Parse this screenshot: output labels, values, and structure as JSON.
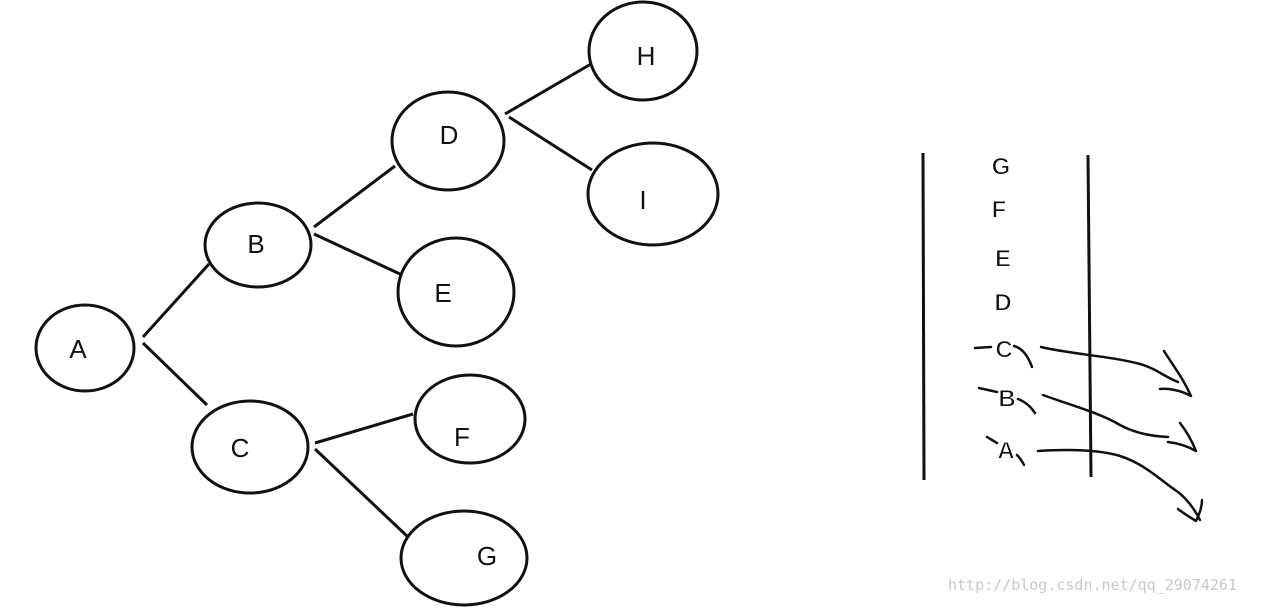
{
  "tree": {
    "nodes": [
      {
        "id": "A",
        "label": "A"
      },
      {
        "id": "B",
        "label": "B"
      },
      {
        "id": "C",
        "label": "C"
      },
      {
        "id": "D",
        "label": "D"
      },
      {
        "id": "E",
        "label": "E"
      },
      {
        "id": "F",
        "label": "F"
      },
      {
        "id": "G",
        "label": "G"
      },
      {
        "id": "H",
        "label": "H"
      },
      {
        "id": "I",
        "label": "I"
      }
    ],
    "edges": [
      [
        "A",
        "B"
      ],
      [
        "A",
        "C"
      ],
      [
        "B",
        "D"
      ],
      [
        "B",
        "E"
      ],
      [
        "C",
        "F"
      ],
      [
        "C",
        "G"
      ],
      [
        "D",
        "H"
      ],
      [
        "D",
        "I"
      ]
    ]
  },
  "stack": {
    "items": [
      "G",
      "F",
      "E",
      "D",
      "C",
      "B",
      "A"
    ],
    "popped": [
      "C",
      "B",
      "A"
    ]
  },
  "watermark": "http://blog.csdn.net/qq_29074261",
  "colors": {
    "stroke": "#111111",
    "background": "#ffffff",
    "watermark": "#c8c8c8"
  }
}
